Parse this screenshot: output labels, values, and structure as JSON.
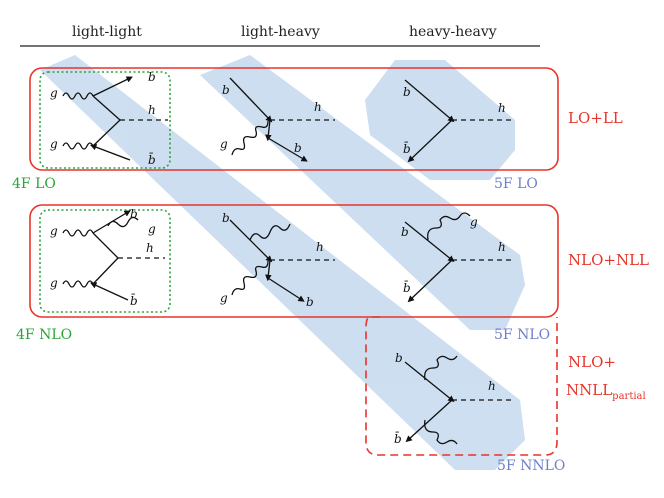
{
  "headers": [
    "light-light",
    "light-heavy",
    "heavy-heavy"
  ],
  "row_labels": {
    "row1": "LO+LL",
    "row2": "NLO+NLL",
    "row3_line1": "NLO+",
    "row3_line2_main": "NNLL",
    "row3_line2_sub": "partial"
  },
  "scheme_labels": {
    "four_f_lo": "4F LO",
    "four_f_nlo": "4F NLO",
    "five_f_lo": "5F LO",
    "five_f_nlo": "5F NLO",
    "five_f_nnlo": "5F NNLO"
  },
  "particles": {
    "gluon": "g",
    "bottom": "b",
    "antibottom": "b̄",
    "higgs": "h"
  },
  "colors": {
    "red": "#e8342a",
    "green": "#2aa43a",
    "blue_text": "#6f80c8",
    "band": "#c5d9ee"
  }
}
